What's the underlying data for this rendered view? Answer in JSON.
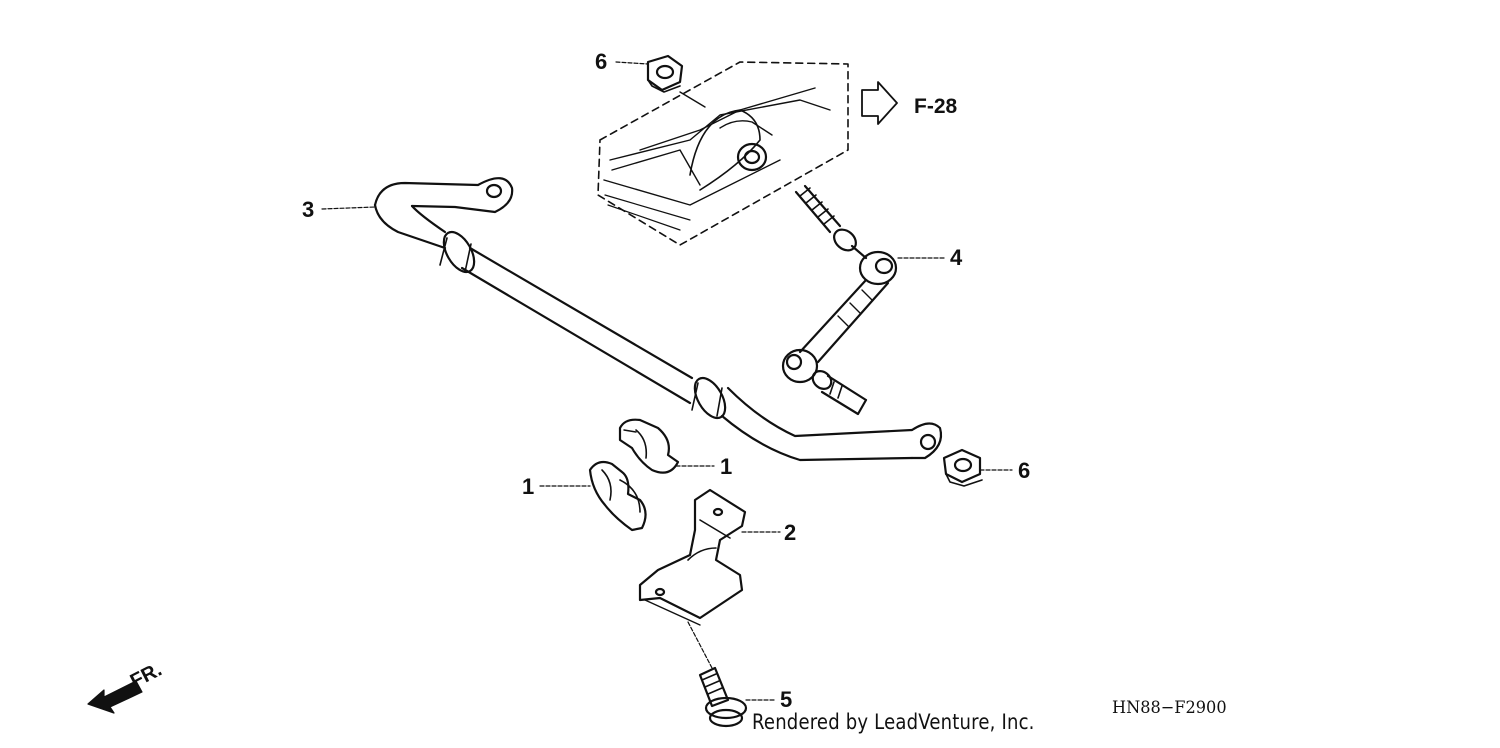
{
  "callouts": {
    "part_1a": "1",
    "part_1b": "1",
    "part_2": "2",
    "part_3": "3",
    "part_4": "4",
    "part_5": "5",
    "part_6a": "6",
    "part_6b": "6"
  },
  "reference": {
    "label": "F-28"
  },
  "direction": {
    "label": "FR."
  },
  "footer": {
    "credit": "Rendered by LeadVenture, Inc.",
    "diagram_code": "HN88−F2900"
  }
}
